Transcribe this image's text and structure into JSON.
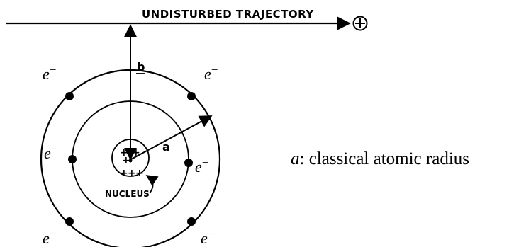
{
  "labels": {
    "trajectory": "UNDISTURBED TRAJECTORY",
    "b": "b",
    "a_symbol": "a",
    "nucleus": "NUCLEUS",
    "electron_base": "e",
    "electron_charge": "−",
    "positive_particle": "+",
    "plus_charge": "+",
    "caption_symbol": "a",
    "caption_text": ": classical atomic radius"
  },
  "counts": {
    "electrons": 6,
    "nucleus_charges": 6
  }
}
